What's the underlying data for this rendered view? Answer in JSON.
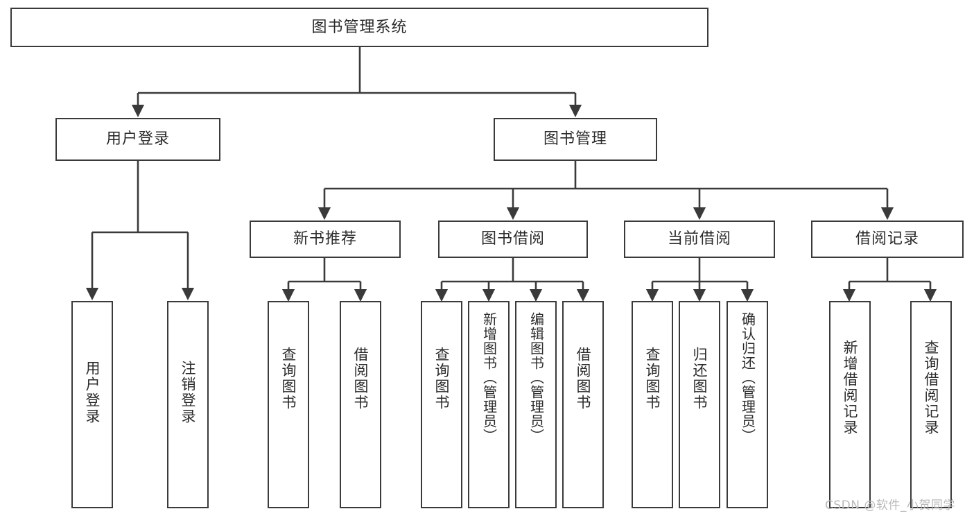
{
  "diagram": {
    "type": "tree",
    "title": "图书管理系统",
    "root": {
      "label": "图书管理系统"
    },
    "level2": [
      {
        "label": "用户登录"
      },
      {
        "label": "图书管理"
      }
    ],
    "level3": [
      {
        "label": "新书推荐"
      },
      {
        "label": "图书借阅"
      },
      {
        "label": "当前借阅"
      },
      {
        "label": "借阅记录"
      }
    ],
    "leaves_user_login": [
      {
        "label": "用户登录"
      },
      {
        "label": "注销登录"
      }
    ],
    "leaves_new_book": [
      {
        "label": "查询图书"
      },
      {
        "label": "借阅图书"
      }
    ],
    "leaves_borrow": [
      {
        "label": "查询图书"
      },
      {
        "label": "新增图书（管理员）"
      },
      {
        "label": "编辑图书（管理员）"
      },
      {
        "label": "借阅图书"
      }
    ],
    "leaves_current": [
      {
        "label": "查询图书"
      },
      {
        "label": "归还图书"
      },
      {
        "label": "确认归还（管理员）"
      }
    ],
    "leaves_record": [
      {
        "label": "新增借阅记录"
      },
      {
        "label": "查询借阅记录"
      }
    ]
  },
  "watermark": {
    "text": "CSDN @软件_小贺同学"
  },
  "colors": {
    "stroke": "#3a3a3a",
    "background": "#ffffff",
    "text": "#2b2b2b",
    "watermark": "#b9b9b9"
  }
}
